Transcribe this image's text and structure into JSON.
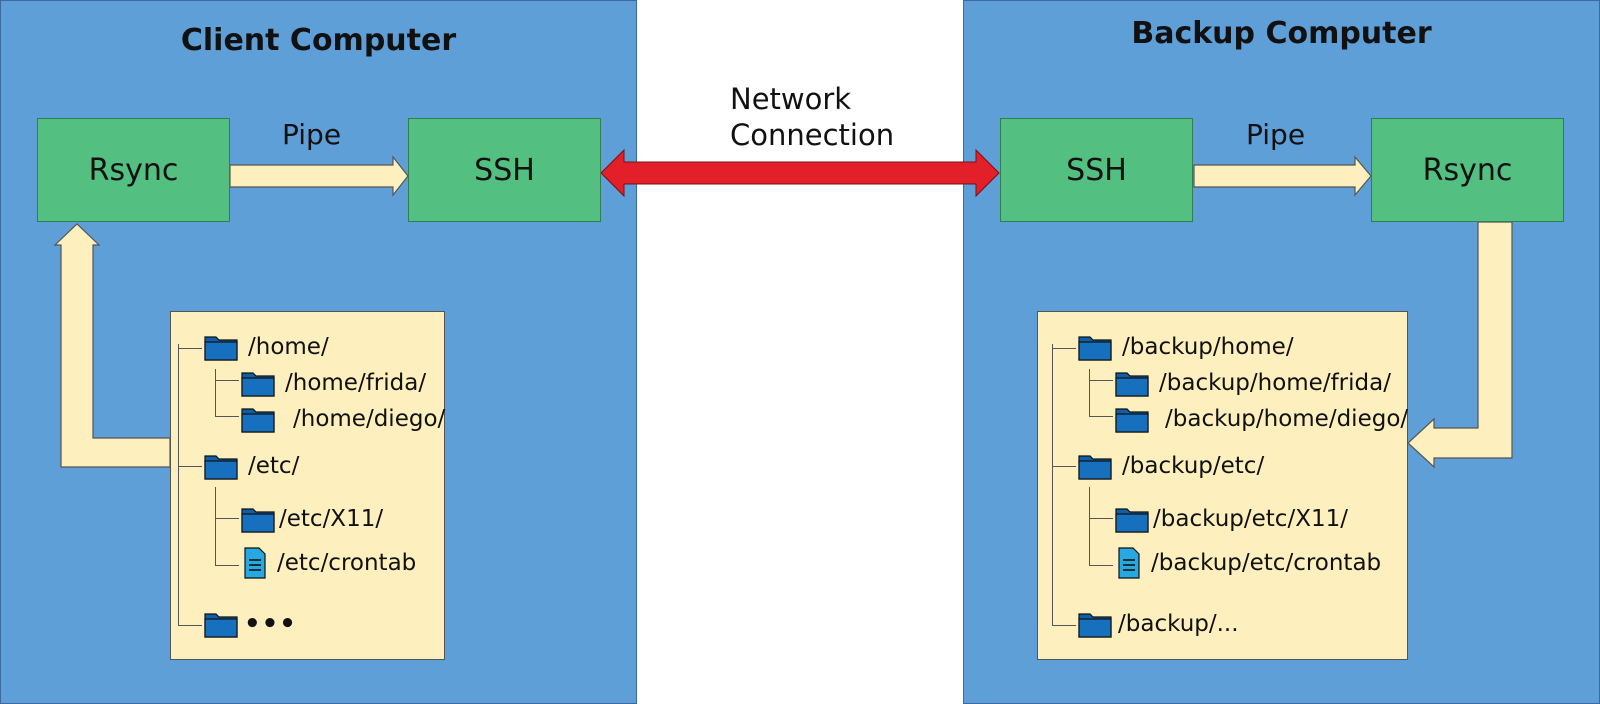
{
  "client": {
    "title": "Client Computer",
    "rsync": "Rsync",
    "ssh": "SSH",
    "pipe": "Pipe",
    "tree": [
      {
        "label": "/home/",
        "kind": "folder"
      },
      {
        "label": "/home/frida/",
        "kind": "folder"
      },
      {
        "label": "/home/diego/",
        "kind": "folder"
      },
      {
        "label": "/etc/",
        "kind": "folder"
      },
      {
        "label": "/etc/X11/",
        "kind": "folder"
      },
      {
        "label": "/etc/crontab",
        "kind": "file"
      },
      {
        "label": "•••",
        "kind": "folder"
      }
    ]
  },
  "network": {
    "line1": "Network",
    "line2": "Connection"
  },
  "backup": {
    "title": "Backup Computer",
    "ssh": "SSH",
    "rsync": "Rsync",
    "pipe": "Pipe",
    "tree": [
      {
        "label": "/backup/home/",
        "kind": "folder"
      },
      {
        "label": "/backup/home/frida/",
        "kind": "folder"
      },
      {
        "label": "/backup/home/diego/",
        "kind": "folder"
      },
      {
        "label": "/backup/etc/",
        "kind": "folder"
      },
      {
        "label": "/backup/etc/X11/",
        "kind": "folder"
      },
      {
        "label": "/backup/etc/crontab",
        "kind": "file"
      },
      {
        "label": "/backup/...",
        "kind": "folder"
      }
    ]
  },
  "colors": {
    "panel": "#5f9fd7",
    "box": "#53bf80",
    "pipe": "#fdefbe",
    "network_arrow": "#e3202a",
    "folder": "#0f5fa8"
  }
}
